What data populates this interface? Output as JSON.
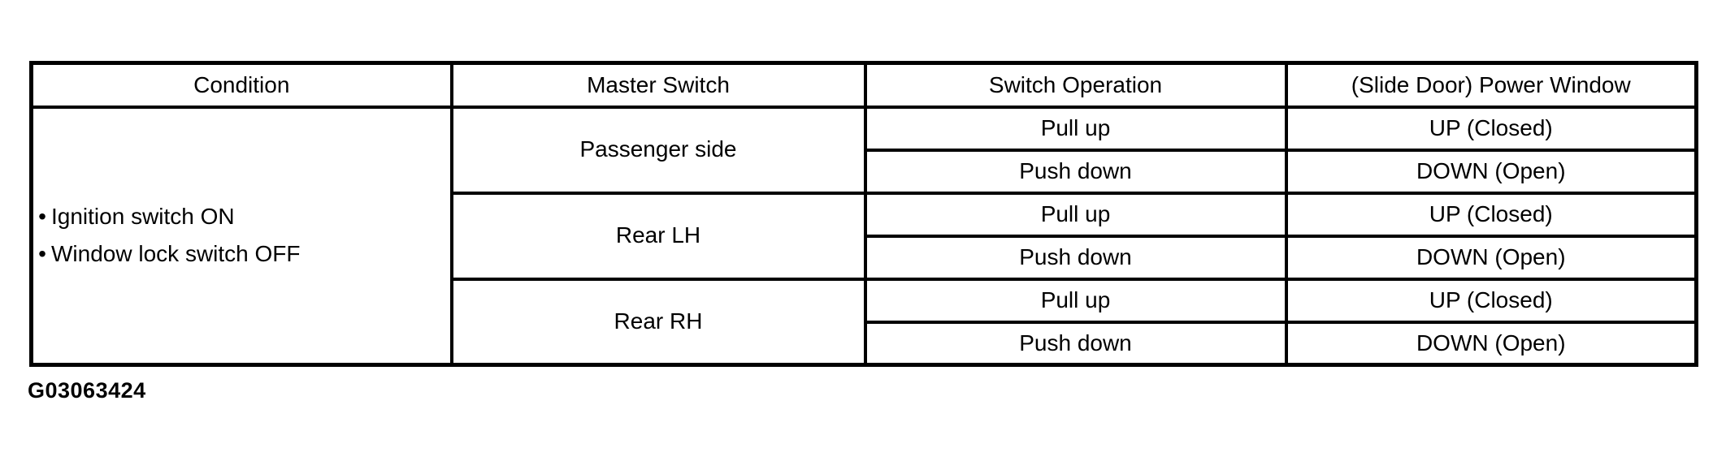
{
  "figure_code": "G03063424",
  "colors": {
    "background": "#ffffff",
    "border": "#000000",
    "text": "#000000"
  },
  "table": {
    "headers": [
      "Condition",
      "Master Switch",
      "Switch Operation",
      "(Slide Door) Power Window"
    ],
    "condition": {
      "bullet": "•",
      "items": [
        "Ignition switch ON",
        "Window lock switch OFF"
      ]
    },
    "groups": [
      {
        "master_switch": "Passenger side",
        "rows": [
          {
            "operation": "Pull up",
            "result": "UP (Closed)"
          },
          {
            "operation": "Push down",
            "result": "DOWN (Open)"
          }
        ]
      },
      {
        "master_switch": "Rear LH",
        "rows": [
          {
            "operation": "Pull up",
            "result": "UP (Closed)"
          },
          {
            "operation": "Push down",
            "result": "DOWN (Open)"
          }
        ]
      },
      {
        "master_switch": "Rear RH",
        "rows": [
          {
            "operation": "Pull up",
            "result": "UP (Closed)"
          },
          {
            "operation": "Push down",
            "result": "DOWN (Open)"
          }
        ]
      }
    ]
  }
}
